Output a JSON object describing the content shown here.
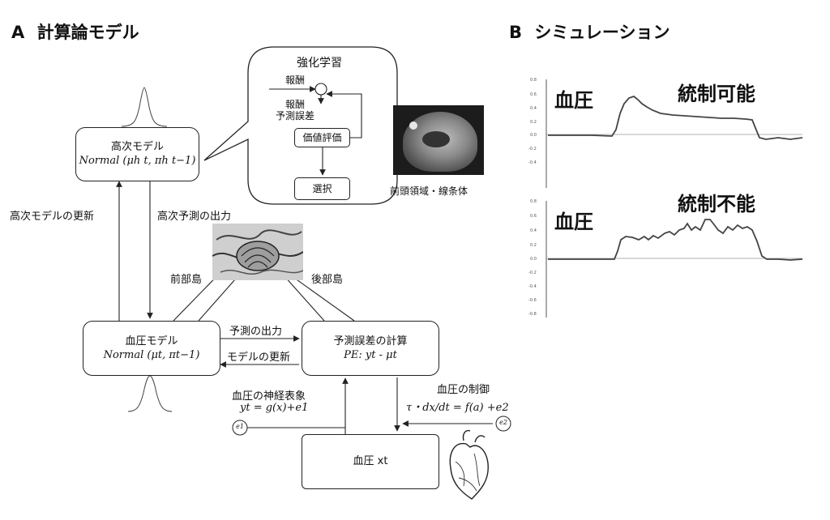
{
  "panel_a": {
    "letter": "A",
    "title": "計算論モデル"
  },
  "panel_b": {
    "letter": "B",
    "title": "シミュレーション"
  },
  "rl": {
    "title": "強化学習",
    "reward": "報酬",
    "rpe_line1": "報酬",
    "rpe_line2": "予測誤差",
    "value_eval": "価値評価",
    "selection": "選択"
  },
  "brain_caption": "前頭領域・線条体",
  "high_model": {
    "title": "高次モデル",
    "formula": "Normal (μh t, πh t−1)"
  },
  "side_labels": {
    "update_high": "高次モデルの更新",
    "high_pred_out": "高次予測の出力"
  },
  "insula": {
    "anterior": "前部島",
    "posterior": "後部島"
  },
  "bp_model": {
    "title": "血圧モデル",
    "formula": "Normal (μt, πt−1)"
  },
  "arrows": {
    "pred_out": "予測の出力",
    "model_update": "モデルの更新"
  },
  "pe_box": {
    "title": "予測誤差の計算",
    "formula": "PE:  yt - μt"
  },
  "neural": {
    "title": "血圧の神経表象",
    "formula": "yt = g(x)+e1",
    "noise": "e1"
  },
  "control": {
    "title": "血圧の制御",
    "formula": "τ・dx/dt = f(a) +e2",
    "noise": "e2"
  },
  "bp_box": {
    "label": "血圧  xt"
  },
  "sim_top": {
    "label_left": "血圧",
    "label_right": "統制可能",
    "ticks": [
      "0.8",
      "0.6",
      "0.4",
      "0.2",
      "0.0",
      "-0.2",
      "-0.4"
    ]
  },
  "sim_bottom": {
    "label_left": "血圧",
    "label_right": "統制不能",
    "ticks": [
      "0.8",
      "0.6",
      "0.4",
      "0.2",
      "0.0",
      "-0.2",
      "-0.4",
      "-0.6",
      "-0.8"
    ]
  },
  "colors": {
    "line": "#222222",
    "trace": "#444444",
    "axis_line": "#999999"
  }
}
